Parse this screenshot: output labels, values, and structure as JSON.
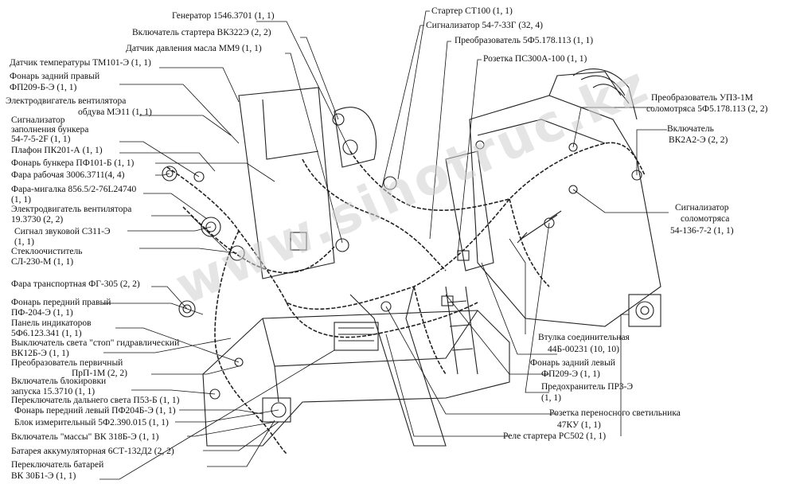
{
  "watermark": "www.sinotruc.kz",
  "labels_left": [
    {
      "id": "generator",
      "text": "Генератор 1546.3701 (1, 1)"
    },
    {
      "id": "starter_switch",
      "text": "Включатель стартера ВК322Э (2, 2)"
    },
    {
      "id": "oil_pressure_sensor",
      "text": "Датчик давления масла ММ9 (1, 1)"
    },
    {
      "id": "temp_sensor",
      "text": "Датчик температуры ТМ101-Э (1, 1)"
    },
    {
      "id": "rear_right_lamp_1",
      "text": "Фонарь задний правый"
    },
    {
      "id": "rear_right_lamp_2",
      "text": "ФП209-Б-Э (1, 1)"
    },
    {
      "id": "fan_motor_1",
      "text": "Электродвигатель вентилятора"
    },
    {
      "id": "fan_motor_2",
      "text": "обдува МЭ11 (1, 1)"
    },
    {
      "id": "bunker_signal_1",
      "text": "Сигнализатор"
    },
    {
      "id": "bunker_signal_2",
      "text": "заполнения бункера"
    },
    {
      "id": "bunker_signal_3",
      "text": "54-7-5-2F (1, 1)"
    },
    {
      "id": "ceiling_lamp",
      "text": "Плафон ПК201-А (1, 1)"
    },
    {
      "id": "bunker_lamp",
      "text": "Фонарь бункера ПФ101-Б (1, 1)"
    },
    {
      "id": "work_light",
      "text": "Фара рабочая 3006.3711(4, 4)"
    },
    {
      "id": "flash_light_1",
      "text": "Фара-мигалка 856.5/2-76L24740"
    },
    {
      "id": "flash_light_2",
      "text": "(1, 1)"
    },
    {
      "id": "fan_motor2_1",
      "text": "Электродвигатель вентилятора"
    },
    {
      "id": "fan_motor2_2",
      "text": "19.3730 (2, 2)"
    },
    {
      "id": "horn_1",
      "text": "Сигнал звуковой С311-Э"
    },
    {
      "id": "horn_2",
      "text": "(1, 1)"
    },
    {
      "id": "wiper_1",
      "text": "Стеклоочиститель"
    },
    {
      "id": "wiper_2",
      "text": "СЛ-230-М (1, 1)"
    },
    {
      "id": "transport_light",
      "text": "Фара транспортная ФГ-305 (2, 2)"
    },
    {
      "id": "front_right_lamp_1",
      "text": "Фонарь передний правый"
    },
    {
      "id": "front_right_lamp_2",
      "text": "ПФ-204-Э (1, 1)"
    },
    {
      "id": "indicator_panel_1",
      "text": "Панель индикаторов"
    },
    {
      "id": "indicator_panel_2",
      "text": "5Ф6.123.341 (1, 1)"
    },
    {
      "id": "stop_switch_1",
      "text": "Выключатель света \"стоп\" гидравлический"
    },
    {
      "id": "stop_switch_2",
      "text": "ВК12Б-Э (1, 1)"
    },
    {
      "id": "primary_converter_1",
      "text": "Преобразователь первичный"
    },
    {
      "id": "primary_converter_2",
      "text": "ПрП-1М (2, 2)"
    },
    {
      "id": "lock_switch_1",
      "text": "Включатель блокировки"
    },
    {
      "id": "lock_switch_2",
      "text": "запуска 15.3710 (1, 1)"
    },
    {
      "id": "highbeam_switch",
      "text": "Переключатель дальнего света П53-Б (1, 1)"
    },
    {
      "id": "front_left_lamp",
      "text": "Фонарь передний левый ПФ204Б-Э (1, 1)"
    },
    {
      "id": "measure_unit",
      "text": "Блок измерительный 5Ф2.390.015 (1, 1)"
    },
    {
      "id": "mass_switch",
      "text": "Включатель \"массы\" ВК 318Б-Э (1, 1)"
    },
    {
      "id": "battery",
      "text": "Батарея аккумуляторная 6СТ-132Д2 (2, 2)"
    },
    {
      "id": "battery_switch_1",
      "text": "Переключатель батарей"
    },
    {
      "id": "battery_switch_2",
      "text": "ВК 30Б1-Э (1, 1)"
    }
  ],
  "labels_right": [
    {
      "id": "starter",
      "text": "Стартер СТ100 (1, 1)"
    },
    {
      "id": "signal_5473",
      "text": "Сигнализатор 54-7-33Г (32, 4)"
    },
    {
      "id": "converter_5f5",
      "text": "Преобразователь 5Ф5.178.113 (1, 1)"
    },
    {
      "id": "socket_ps300",
      "text": "Розетка ПС300А-100 (1, 1)"
    },
    {
      "id": "upz_1",
      "text": "Преобразователь УПЗ-1М"
    },
    {
      "id": "upz_2",
      "text": "соломотряса 5Ф5.178.113 (2, 2)"
    },
    {
      "id": "vk2a_1",
      "text": "Включатель"
    },
    {
      "id": "vk2a_2",
      "text": "ВК2А2-Э (2, 2)"
    },
    {
      "id": "straw_signal_1",
      "text": "Сигнализатор"
    },
    {
      "id": "straw_signal_2",
      "text": "соломотряса"
    },
    {
      "id": "straw_signal_3",
      "text": "54-136-7-2 (1, 1)"
    },
    {
      "id": "bushing_1",
      "text": "Втулка соединительная"
    },
    {
      "id": "bushing_2",
      "text": "44Б-00231 (10, 10)"
    },
    {
      "id": "rear_left_lamp_1",
      "text": "Фонарь задний левый"
    },
    {
      "id": "rear_left_lamp_2",
      "text": "ФП209-Э (1, 1)"
    },
    {
      "id": "fuse_1",
      "text": "Предохранитель ПР3-Э"
    },
    {
      "id": "fuse_2",
      "text": "(1, 1)"
    },
    {
      "id": "portable_socket_1",
      "text": "Розетка переносного светильника"
    },
    {
      "id": "portable_socket_2",
      "text": "47КУ (1, 1)"
    },
    {
      "id": "starter_relay",
      "text": "Реле стартера РС502 (1, 1)"
    }
  ]
}
